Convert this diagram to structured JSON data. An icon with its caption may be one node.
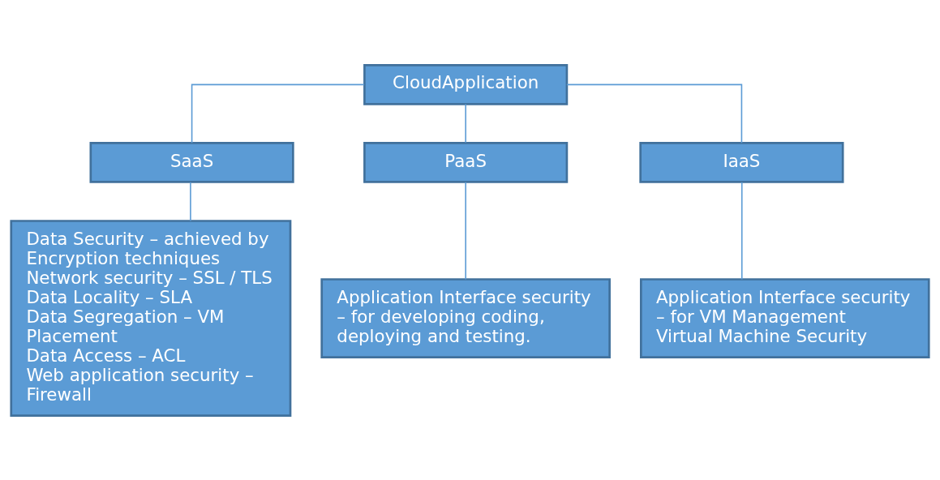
{
  "diagram": {
    "nodes": [
      {
        "text": [
          "CloudApplication"
        ]
      },
      {
        "text": [
          "SaaS"
        ]
      },
      {
        "text": [
          "PaaS"
        ]
      },
      {
        "text": [
          "IaaS"
        ]
      },
      {
        "text": [
          "Data Security – achieved by Encryption techniques",
          "Network security – SSL / TLS",
          "Data Locality – SLA",
          "Data Segregation – VM Placement",
          "Data Access – ACL",
          "Web application security – Firewall"
        ]
      },
      {
        "text": [
          "Application Interface security – for developing coding, deploying and testing."
        ]
      },
      {
        "text": [
          "Application Interface security – for VM Management",
          "Virtual Machine Security"
        ]
      }
    ],
    "edges": [
      {
        "from": 0,
        "to": 1,
        "arrow": "none"
      },
      {
        "from": 0,
        "to": 2,
        "arrow": "none"
      },
      {
        "from": 0,
        "to": 3,
        "arrow": "none"
      },
      {
        "from": 1,
        "to": 4,
        "arrow": "none"
      },
      {
        "from": 2,
        "to": 5,
        "arrow": "none"
      },
      {
        "from": 3,
        "to": 6,
        "arrow": "none"
      }
    ]
  }
}
